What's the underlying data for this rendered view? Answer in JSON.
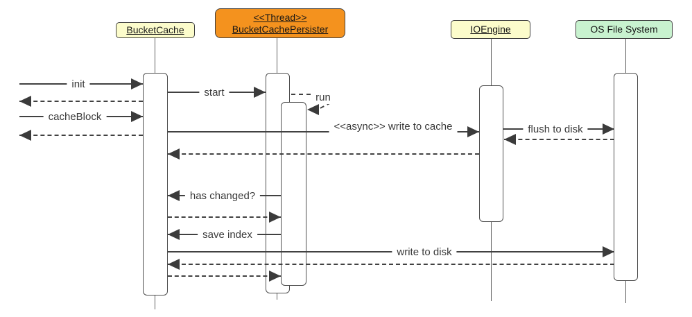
{
  "diagram": {
    "type": "uml-sequence-diagram",
    "participants": [
      {
        "name": "BucketCache",
        "stereotype": "",
        "underlined": true,
        "fill": "#FCFCCB"
      },
      {
        "name": "BucketCachePersister",
        "stereotype": "<<Thread>>",
        "underlined": true,
        "fill": "#F4921E"
      },
      {
        "name": "IOEngine",
        "stereotype": "",
        "underlined": true,
        "fill": "#FCFCCB"
      },
      {
        "name": "OS File System",
        "stereotype": "",
        "underlined": false,
        "fill": "#C8F2CF"
      }
    ],
    "messages": {
      "init": "init",
      "cache_block": "cacheBlock",
      "start": "start",
      "run": "run",
      "async_write": "<<async>> write to cache",
      "flush": "flush to disk",
      "has_changed": "has changed?",
      "save_index": "save index",
      "write_disk": "write to disk"
    },
    "colors": {
      "participant_yellow": "#FCFCCB",
      "participant_orange": "#F4921E",
      "participant_green": "#C8F2CF",
      "line": "#414141",
      "arrowhead": "#3b3b3b",
      "background": "#ffffff"
    }
  }
}
